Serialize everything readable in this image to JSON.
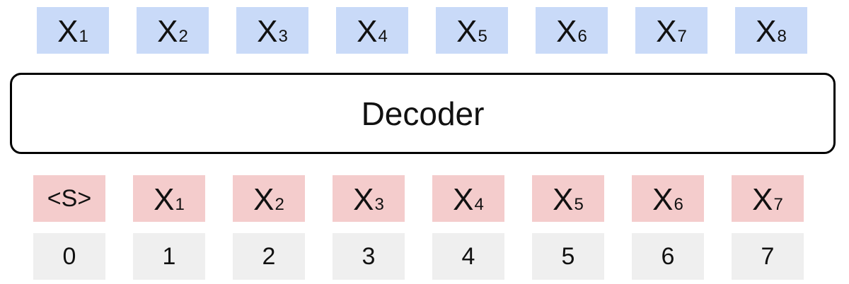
{
  "output_tokens": [
    {
      "base": "X",
      "sub": "1"
    },
    {
      "base": "X",
      "sub": "2"
    },
    {
      "base": "X",
      "sub": "3"
    },
    {
      "base": "X",
      "sub": "4"
    },
    {
      "base": "X",
      "sub": "5"
    },
    {
      "base": "X",
      "sub": "6"
    },
    {
      "base": "X",
      "sub": "7"
    },
    {
      "base": "X",
      "sub": "8"
    }
  ],
  "decoder": {
    "label": "Decoder"
  },
  "input_tokens": [
    {
      "text": "<S>"
    },
    {
      "base": "X",
      "sub": "1"
    },
    {
      "base": "X",
      "sub": "2"
    },
    {
      "base": "X",
      "sub": "3"
    },
    {
      "base": "X",
      "sub": "4"
    },
    {
      "base": "X",
      "sub": "5"
    },
    {
      "base": "X",
      "sub": "6"
    },
    {
      "base": "X",
      "sub": "7"
    }
  ],
  "positions": [
    "0",
    "1",
    "2",
    "3",
    "4",
    "5",
    "6",
    "7"
  ],
  "colors": {
    "output_fill": "#c9daf8",
    "input_fill": "#f4cccc",
    "position_fill": "#efefef",
    "decoder_border": "#000000"
  }
}
